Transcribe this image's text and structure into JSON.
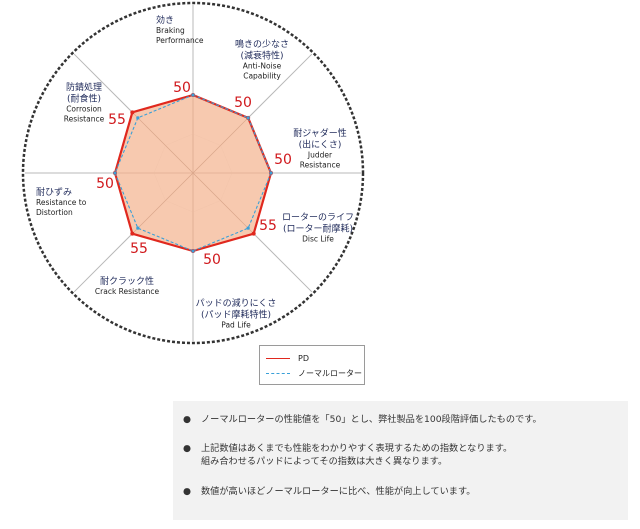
{
  "chart_data": {
    "type": "radar",
    "axes": [
      {
        "label_lines": [
          "効き",
          "Braking",
          "Performance"
        ]
      },
      {
        "label_lines": [
          "鳴きの少なさ",
          "(減衰特性)",
          "Anti-Noise",
          "Capability"
        ]
      },
      {
        "label_lines": [
          "耐ジャダー性",
          "(出にくさ)",
          "Judder",
          "Resistance"
        ]
      },
      {
        "label_lines": [
          "ローターのライフ",
          "(ローター耐摩耗)",
          "Disc Life"
        ]
      },
      {
        "label_lines": [
          "パッドの減りにくさ",
          "(パッド摩耗特性)",
          "Pad Life"
        ]
      },
      {
        "label_lines": [
          "耐クラック性",
          "Crack Resistance"
        ]
      },
      {
        "label_lines": [
          "耐ひずみ",
          "Resistance to",
          "Distortion"
        ]
      },
      {
        "label_lines": [
          "防錆処理",
          "(耐食性)",
          "Corrosion",
          "Resistance"
        ]
      }
    ],
    "series": [
      {
        "name": "PD",
        "values": [
          50,
          50,
          50,
          55,
          50,
          55,
          50,
          55
        ],
        "color": "#e0281e",
        "fill": "#f6c3a6"
      },
      {
        "name": "ノーマルローター",
        "values": [
          50,
          50,
          50,
          50,
          50,
          50,
          50,
          50
        ],
        "color": "#3aa0d8"
      }
    ],
    "value_labels": [
      "50",
      "50",
      "50",
      "55",
      "50",
      "55",
      "50",
      "55"
    ],
    "grid": true,
    "legend_position": "bottom"
  },
  "legend": {
    "items": [
      {
        "label": "PD",
        "color": "#e0281e",
        "style": "solid"
      },
      {
        "label": "ノーマルローター",
        "color": "#3aa0d8",
        "style": "dashed"
      }
    ]
  },
  "notes": {
    "items": [
      {
        "lines": [
          "ノーマルローターの性能値を「50」とし、弊社製品を100段階評価したものです。"
        ]
      },
      {
        "lines": [
          "上記数値はあくまでも性能をわかりやすく表現するための指数となります。",
          "組み合わせるパッドによってその指数は大きく異なります。"
        ]
      },
      {
        "lines": [
          "数値が高いほどノーマルローターに比べ、性能が向上しています。"
        ]
      }
    ],
    "bullet": "●"
  }
}
